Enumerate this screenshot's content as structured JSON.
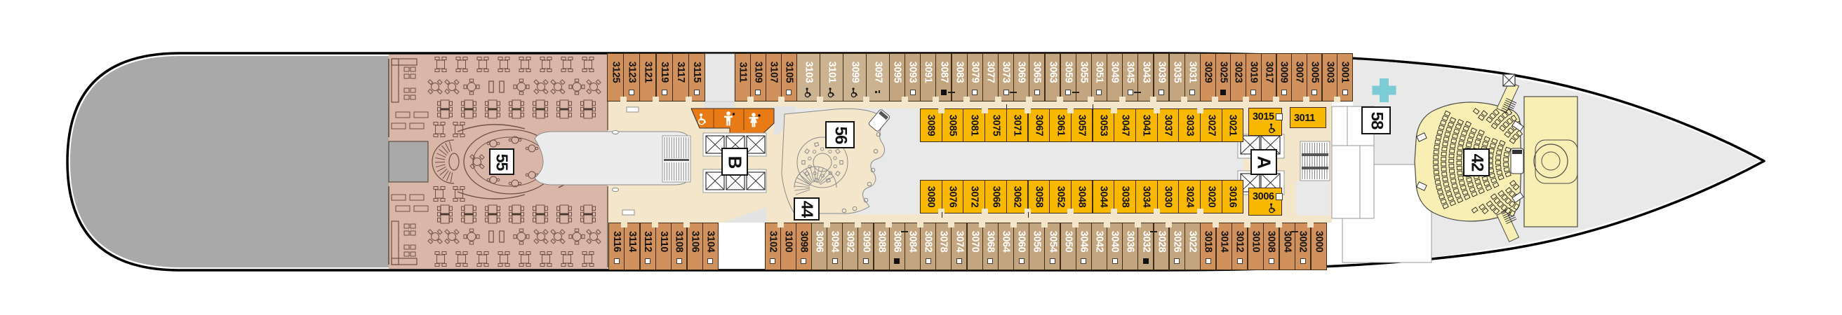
{
  "deck_plan": {
    "venue_labels": [
      {
        "id": "55"
      },
      {
        "id": "56"
      },
      {
        "id": "44"
      },
      {
        "id": "B"
      },
      {
        "id": "A"
      },
      {
        "id": "58"
      },
      {
        "id": "42"
      }
    ],
    "facility_icons": [
      "wheelchair-wc-icon",
      "mens-wc-icon",
      "womens-wc-icon",
      "medical-cross-icon",
      "elevator-icon",
      "stairs-icon"
    ],
    "colors": {
      "cabin_orange": "#d1915c",
      "cabin_tan": "#c3a67f",
      "cabin_tan_accessible": "#cbb391",
      "cabin_yellow": "#f9b800",
      "restaurant_pink": "#d9b6a7",
      "wc_orange": "#e87b16",
      "theatre_yellow": "#f8efb4",
      "medical_teal": "#7bccd5",
      "stern_deck_gray": "#a9a9a9",
      "corridor_cream": "#f3e6cb",
      "corridor_gray": "#e9e9e9"
    },
    "cabin_groups": {
      "top_outer_aft_1": {
        "style": "orange",
        "cabins": [
          {
            "n": "3125",
            "m": null
          },
          {
            "n": "3123",
            "m": "sq"
          },
          {
            "n": "3121",
            "m": null
          },
          {
            "n": "3119",
            "m": "sq"
          },
          {
            "n": "3117",
            "m": null
          },
          {
            "n": "3115",
            "m": "sq"
          }
        ]
      },
      "top_outer_aft_2": {
        "style": "orange",
        "cabins": [
          {
            "n": "3111",
            "m": null
          },
          {
            "n": "3109",
            "m": "sq"
          },
          {
            "n": "3107",
            "m": null
          },
          {
            "n": "3105",
            "m": "sq"
          }
        ]
      },
      "top_outer_accessible": {
        "style": "tanw",
        "cabins": [
          {
            "n": "3103",
            "m": "wc"
          },
          {
            "n": "3101",
            "m": "wc"
          },
          {
            "n": "3099",
            "m": "wc"
          },
          {
            "n": "3097",
            "m": "dot"
          }
        ]
      },
      "top_outer_mid": {
        "style": "tan",
        "cabins": [
          {
            "n": "3095",
            "m": null
          },
          {
            "n": "3093",
            "m": "sq"
          },
          {
            "n": "3091",
            "m": null
          },
          {
            "n": "3087",
            "m": "bsq"
          },
          {
            "n": "3083",
            "m": null
          },
          {
            "n": "3079",
            "m": "sq"
          },
          {
            "n": "3077",
            "m": null
          },
          {
            "n": "3073",
            "m": "sq"
          },
          {
            "n": "3069",
            "m": null
          },
          {
            "n": "3065",
            "m": "sq"
          },
          {
            "n": "3063",
            "m": null
          },
          {
            "n": "3059",
            "m": "sq"
          },
          {
            "n": "3055",
            "m": null
          },
          {
            "n": "3051",
            "m": "sq"
          },
          {
            "n": "3049",
            "m": null
          },
          {
            "n": "3045",
            "m": "sq"
          },
          {
            "n": "3043",
            "m": null
          },
          {
            "n": "3039",
            "m": "sq"
          },
          {
            "n": "3035",
            "m": null
          },
          {
            "n": "3031",
            "m": "sq"
          }
        ]
      },
      "top_outer_fwd": {
        "style": "orange",
        "cabins": [
          {
            "n": "3029",
            "m": null
          },
          {
            "n": "3025",
            "m": "bsq"
          },
          {
            "n": "3023",
            "m": null
          },
          {
            "n": "3019",
            "m": "sq"
          },
          {
            "n": "3017",
            "m": null
          },
          {
            "n": "3009",
            "m": "sq"
          },
          {
            "n": "3007",
            "m": null
          },
          {
            "n": "3005",
            "m": "sq"
          },
          {
            "n": "3003",
            "m": null
          },
          {
            "n": "3001",
            "m": "sq"
          }
        ]
      },
      "bottom_outer_aft": {
        "style": "orange",
        "cabins": [
          {
            "n": "3116",
            "m": "sq"
          },
          {
            "n": "3114",
            "m": null
          },
          {
            "n": "3112",
            "m": "sq"
          },
          {
            "n": "3110",
            "m": null
          },
          {
            "n": "3108",
            "m": "sq"
          },
          {
            "n": "3106",
            "m": null
          },
          {
            "n": "3104",
            "m": "sq"
          }
        ]
      },
      "bottom_outer_aft_2": {
        "style": "orange",
        "cabins": [
          {
            "n": "3102",
            "m": "sq"
          },
          {
            "n": "3100",
            "m": null
          },
          {
            "n": "3098",
            "m": "sq"
          }
        ]
      },
      "bottom_outer_mid": {
        "style": "tan",
        "cabins": [
          {
            "n": "3096",
            "m": null
          },
          {
            "n": "3094",
            "m": "sq"
          },
          {
            "n": "3092",
            "m": null
          },
          {
            "n": "3090",
            "m": "sq"
          },
          {
            "n": "3088",
            "m": null
          },
          {
            "n": "3086",
            "m": "bsq"
          },
          {
            "n": "3084",
            "m": null
          },
          {
            "n": "3082",
            "m": "sq"
          },
          {
            "n": "3078",
            "m": null
          },
          {
            "n": "3074",
            "m": "sq"
          },
          {
            "n": "3070",
            "m": null
          },
          {
            "n": "3068",
            "m": "sq"
          },
          {
            "n": "3064",
            "m": null
          },
          {
            "n": "3060",
            "m": "sq"
          },
          {
            "n": "3056",
            "m": null
          },
          {
            "n": "3054",
            "m": "sq"
          },
          {
            "n": "3050",
            "m": null
          },
          {
            "n": "3046",
            "m": "sq"
          },
          {
            "n": "3042",
            "m": null
          },
          {
            "n": "3040",
            "m": "sq"
          },
          {
            "n": "3036",
            "m": null
          },
          {
            "n": "3032",
            "m": "bsq"
          },
          {
            "n": "3028",
            "m": null
          },
          {
            "n": "3026",
            "m": "sq"
          },
          {
            "n": "3022",
            "m": null
          }
        ]
      },
      "bottom_outer_fwd": {
        "style": "orange",
        "cabins": [
          {
            "n": "3018",
            "m": "sq"
          },
          {
            "n": "3014",
            "m": null
          },
          {
            "n": "3012",
            "m": "sq"
          },
          {
            "n": "3010",
            "m": null
          },
          {
            "n": "3008",
            "m": "sq"
          },
          {
            "n": "3004",
            "m": null
          },
          {
            "n": "3002",
            "m": "sq"
          },
          {
            "n": "3000",
            "m": null
          }
        ]
      },
      "inner_top": {
        "style": "yellow",
        "cabins": [
          {
            "n": "3089",
            "m": null
          },
          {
            "n": "3085",
            "m": null
          },
          {
            "n": "3081",
            "m": null
          },
          {
            "n": "3075",
            "m": null
          },
          {
            "n": "3071",
            "m": null
          },
          {
            "n": "3067",
            "m": null
          },
          {
            "n": "3061",
            "m": null
          },
          {
            "n": "3057",
            "m": null
          },
          {
            "n": "3053",
            "m": null
          },
          {
            "n": "3047",
            "m": null
          },
          {
            "n": "3041",
            "m": null
          },
          {
            "n": "3037",
            "m": null
          },
          {
            "n": "3033",
            "m": null
          },
          {
            "n": "3027",
            "m": null
          },
          {
            "n": "3021",
            "m": null
          }
        ]
      },
      "inner_bottom": {
        "style": "yellow",
        "cabins": [
          {
            "n": "3080",
            "m": null
          },
          {
            "n": "3076",
            "m": null
          },
          {
            "n": "3072",
            "m": null
          },
          {
            "n": "3066",
            "m": null
          },
          {
            "n": "3062",
            "m": null
          },
          {
            "n": "3058",
            "m": null
          },
          {
            "n": "3052",
            "m": null
          },
          {
            "n": "3048",
            "m": null
          },
          {
            "n": "3044",
            "m": null
          },
          {
            "n": "3038",
            "m": null
          },
          {
            "n": "3034",
            "m": null
          },
          {
            "n": "3030",
            "m": null
          },
          {
            "n": "3024",
            "m": null
          },
          {
            "n": "3020",
            "m": null
          },
          {
            "n": "3016",
            "m": null
          }
        ]
      },
      "special_cabins": [
        {
          "n": "3015",
          "m": "sq+wc"
        },
        {
          "n": "3011",
          "m": null
        },
        {
          "n": "3006",
          "m": "sq+wc"
        }
      ]
    }
  }
}
